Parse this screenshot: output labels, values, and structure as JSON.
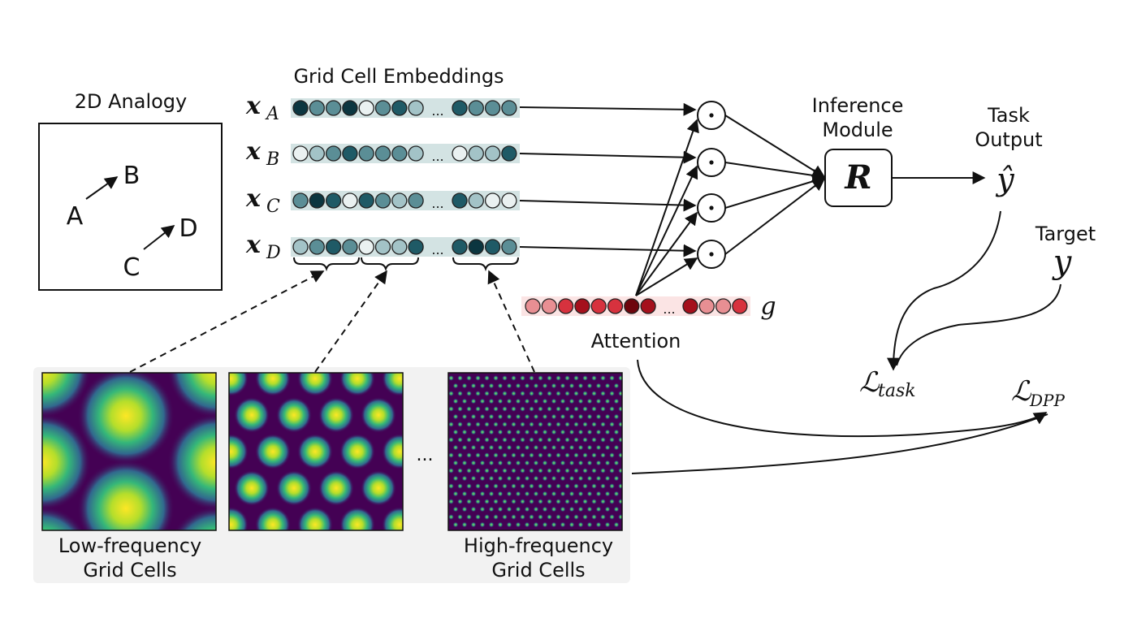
{
  "analogy": {
    "title": "2D Analogy",
    "points": [
      "A",
      "B",
      "C",
      "D"
    ]
  },
  "embeddings": {
    "title": "Grid Cell Embeddings",
    "ellipsis": "...",
    "rows": [
      {
        "var": "x",
        "sub": "A",
        "shades": [
          4,
          2,
          2,
          4,
          0,
          2,
          3,
          1,
          3,
          2,
          2,
          2
        ]
      },
      {
        "var": "x",
        "sub": "B",
        "shades": [
          0,
          1,
          2,
          3,
          2,
          2,
          2,
          1,
          0,
          1,
          1,
          3
        ]
      },
      {
        "var": "x",
        "sub": "C",
        "shades": [
          2,
          4,
          3,
          0,
          3,
          2,
          1,
          2,
          3,
          1,
          0,
          0
        ]
      },
      {
        "var": "x",
        "sub": "D",
        "shades": [
          1,
          2,
          3,
          2,
          0,
          1,
          1,
          3,
          3,
          4,
          3,
          2
        ]
      }
    ],
    "palette": [
      "#eaf1f1",
      "#a3c3c7",
      "#5b8e96",
      "#1f5a66",
      "#0b3640"
    ]
  },
  "attention": {
    "label": "Attention",
    "var": "g",
    "ellipsis": "...",
    "shades": [
      1,
      1,
      2,
      3,
      2,
      2,
      4,
      3,
      3,
      1,
      1,
      2
    ],
    "palette": [
      "#f6d9d9",
      "#e88f93",
      "#d7323e",
      "#a5101c",
      "#6e050d"
    ]
  },
  "inference": {
    "title_line1": "Inference",
    "title_line2": "Module",
    "symbol": "R"
  },
  "task_output": {
    "line1": "Task",
    "line2": "Output",
    "symbol": "ŷ"
  },
  "target": {
    "label": "Target",
    "symbol": "y"
  },
  "losses": {
    "task": {
      "symbol": "ℒ",
      "sub": "task"
    },
    "dpp": {
      "symbol": "ℒ",
      "sub": "DPP"
    }
  },
  "grid_cells": {
    "low_line1": "Low-frequency",
    "low_line2": "Grid Cells",
    "high_line1": "High-frequency",
    "high_line2": "Grid Cells",
    "ellipsis": "..."
  },
  "colors": {
    "embed_bar": "#d3e3e3",
    "attn_bar": "#fbe4e4",
    "panel_bg": "#f2f2f2",
    "viridis_dark": "#440154",
    "viridis_mid": "#21918c",
    "viridis_bright": "#fde725"
  }
}
